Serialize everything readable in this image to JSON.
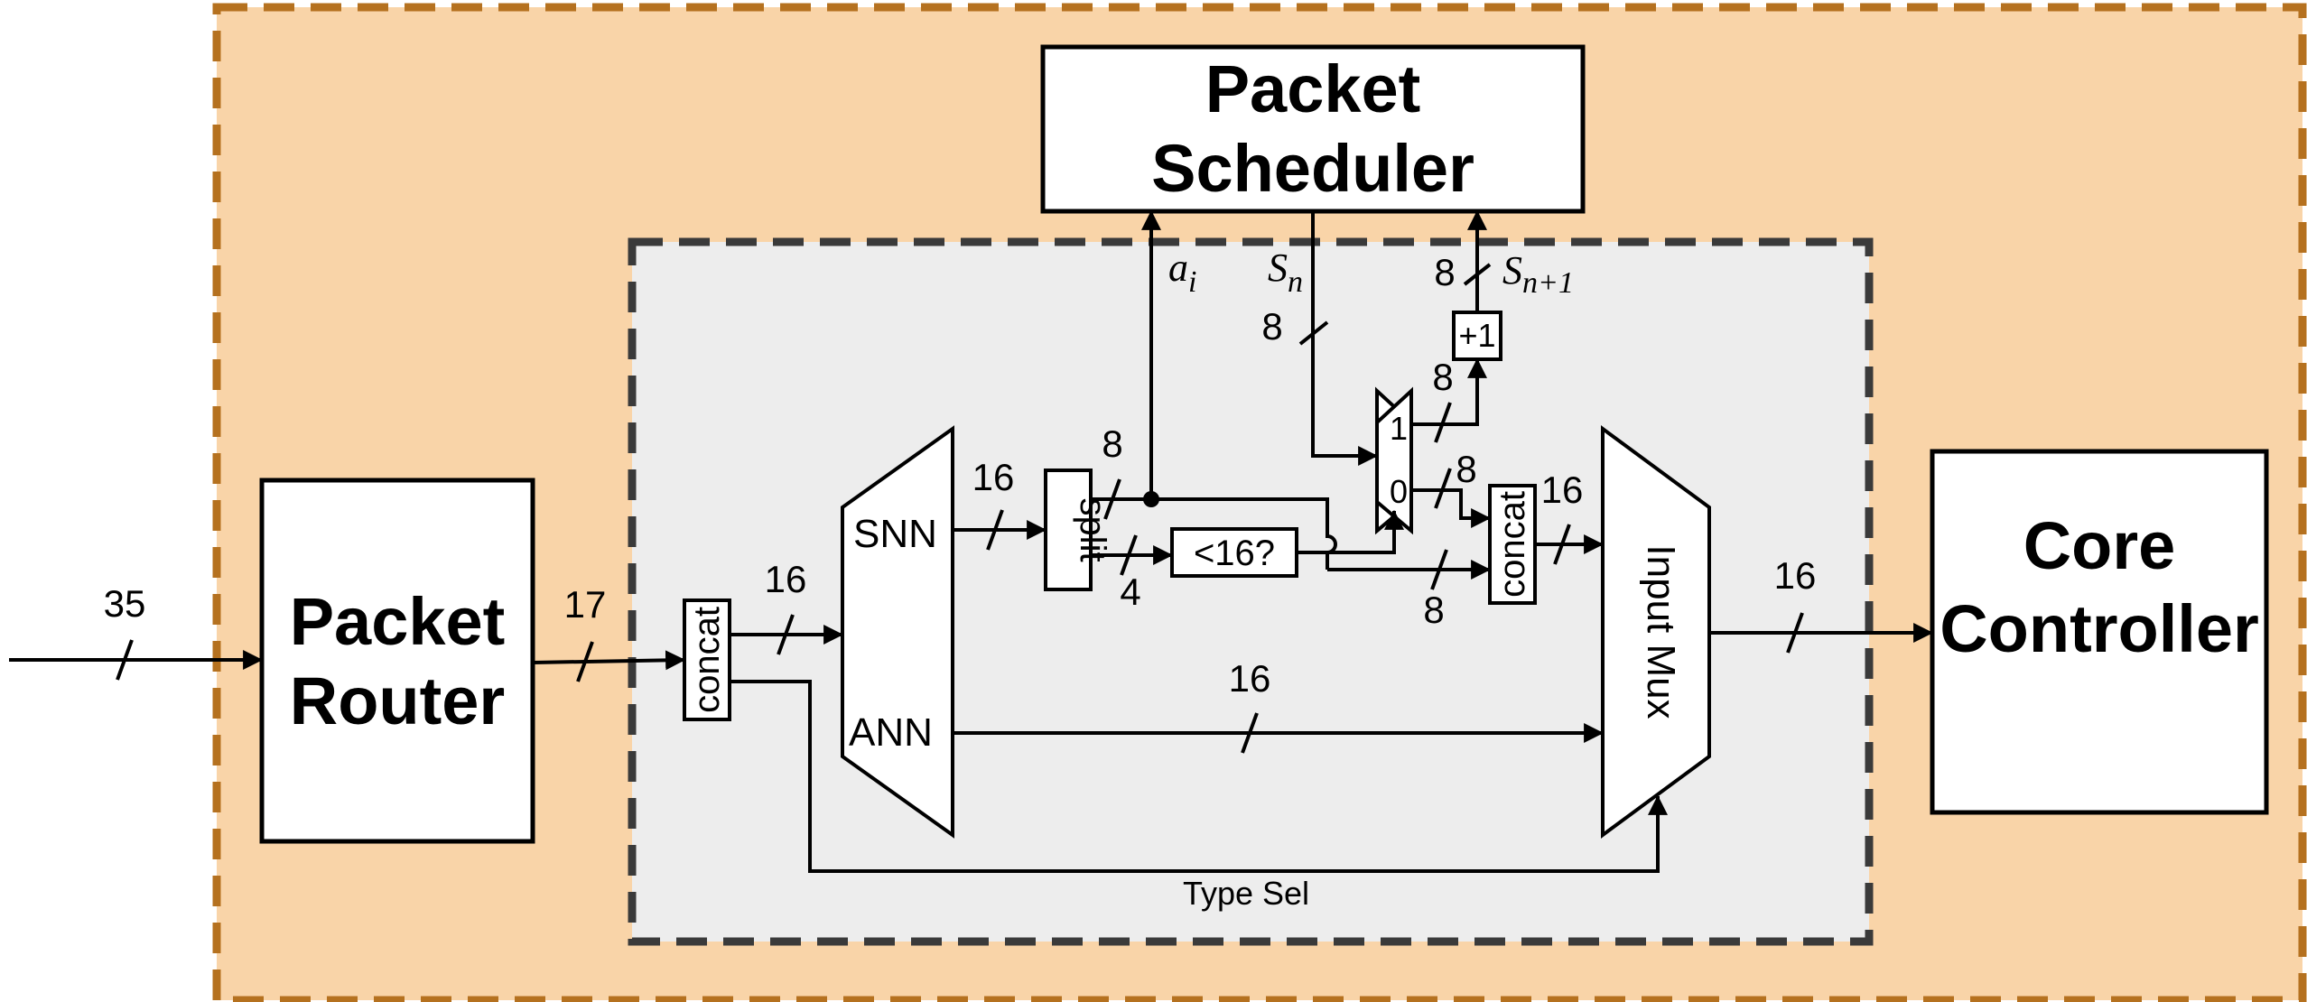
{
  "colors": {
    "outer_fill": "#f9d4a8",
    "outer_border": "#b5711f",
    "inner_fill": "#ededed",
    "inner_border": "#3a3a3a",
    "block_fill": "#ffffff",
    "line": "#000000"
  },
  "blocks": {
    "packet_scheduler": [
      "Packet",
      "Scheduler"
    ],
    "packet_router": [
      "Packet",
      "Router"
    ],
    "core_controller": [
      "Core",
      "Controller"
    ],
    "input_mux": "Input Mux",
    "concat_left": "concat",
    "concat_right": "concat",
    "split": "split",
    "compare": "<16?",
    "increment": "+1",
    "demux_ports": {
      "top": "SNN",
      "bottom": "ANN"
    },
    "mux_ports": {
      "one": "1",
      "zero": "0"
    }
  },
  "signals": {
    "ai": {
      "base": "a",
      "sub": "i"
    },
    "sn": {
      "base": "S",
      "sub": "n"
    },
    "sn1": {
      "base": "S",
      "sub": "n+1"
    }
  },
  "widths": {
    "input": "35",
    "router_out": "17",
    "concat_out": "16",
    "snn_out": "16",
    "split_upper": "8",
    "split_lower": "4",
    "sn_in": "8",
    "sn1_out": "8",
    "mux_to_inc": "8",
    "mux_out": "8",
    "compare_bypass": "8",
    "concat_right_out": "16",
    "ann_out": "16",
    "output": "16"
  },
  "captions": {
    "type_sel": "Type Sel"
  }
}
